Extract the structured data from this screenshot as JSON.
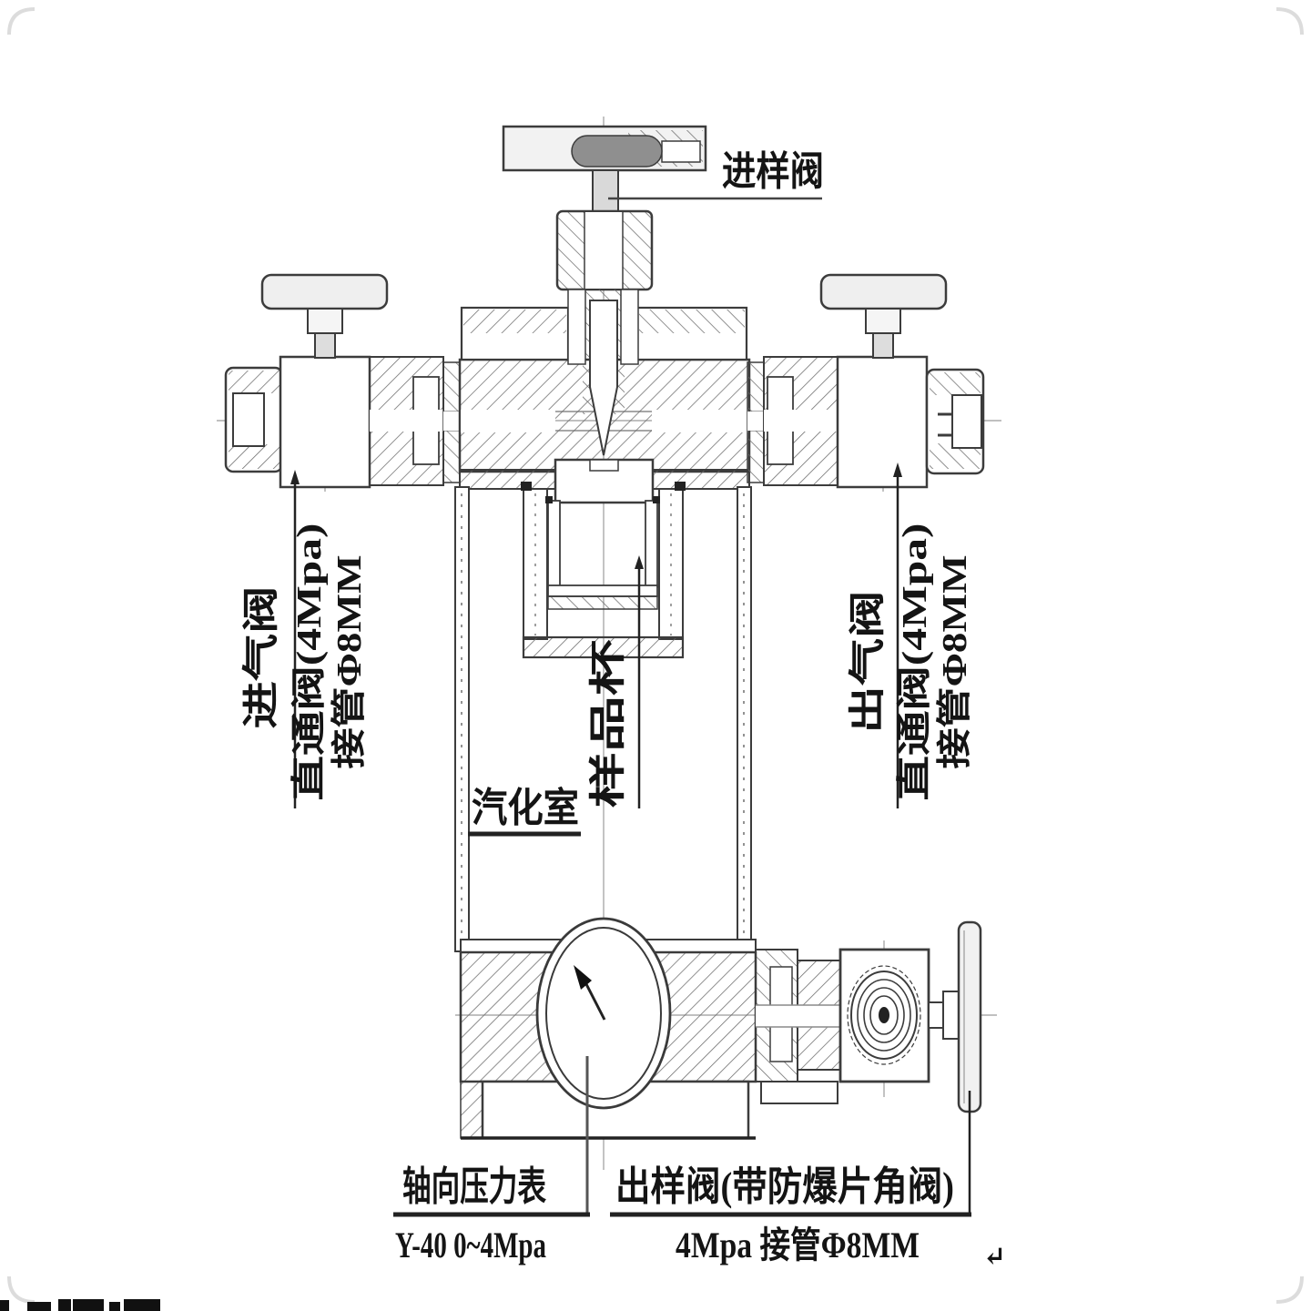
{
  "labels": {
    "sampling_valve": "进样阀",
    "left_group": {
      "line1": "进气阀",
      "line2": "直通阀(4Mpa)",
      "line3": "接管Φ8MM"
    },
    "right_group": {
      "line1": "出气阀",
      "line2": "直通阀(4Mpa)",
      "line3": "接管Φ8MM"
    },
    "vaporizing_chamber": "汽化室",
    "sample_cup": "样品杯",
    "gauge": {
      "title": "轴向压力表",
      "spec": "Y-40 0~4Mpa"
    },
    "outlet": {
      "title": "出样阀(带防爆片角阀)",
      "spec": "4Mpa 接管Φ8MM"
    },
    "return_mark": "↵"
  },
  "colors": {
    "outline": "#3c3c3c",
    "text": "#141414",
    "hatch": "#6b6b6b",
    "leader": "#222222",
    "centerline": "#9b9b9b",
    "background": "#ffffff",
    "frame": "#dcdcdc"
  }
}
